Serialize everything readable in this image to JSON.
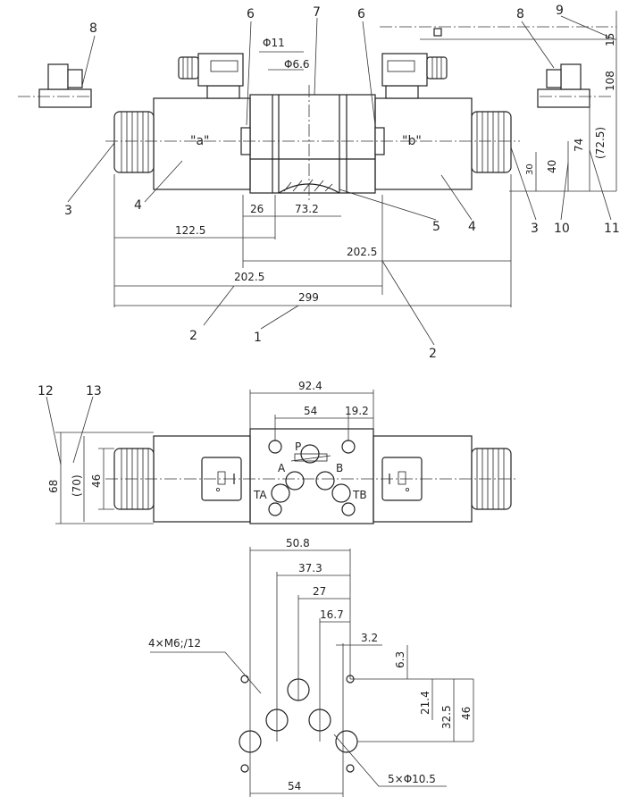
{
  "top_view": {
    "callouts": {
      "c1": "1",
      "c2a": "2",
      "c2b": "2",
      "c3a": "3",
      "c3b": "3",
      "c4a": "4",
      "c4b": "4",
      "c5": "5",
      "c6a": "6",
      "c6b": "6",
      "c7": "7",
      "c8a": "8",
      "c8b": "8",
      "c9": "9",
      "c10": "10",
      "c11": "11"
    },
    "dims": {
      "phi11": "Φ11",
      "phi66": "Φ6.6",
      "d15": "15",
      "d108": "108",
      "d74": "74",
      "d725": "(72.5)",
      "d30": "30",
      "d40": "40",
      "d26": "26",
      "d732": "73.2",
      "d1225": "122.5",
      "d2025a": "202.5",
      "d2025b": "202.5",
      "d299": "299"
    },
    "solenoid_a": "\"a\"",
    "solenoid_b": "\"b\""
  },
  "front_view": {
    "callouts": {
      "c12": "12",
      "c13": "13"
    },
    "dims": {
      "d924": "92.4",
      "d54": "54",
      "d192": "19.2",
      "d68": "68",
      "d70": "(70)",
      "d46": "46"
    },
    "ports": {
      "p": "P",
      "a": "A",
      "b": "B",
      "ta": "TA",
      "tb": "TB"
    }
  },
  "mounting_pattern": {
    "dims": {
      "d508": "50.8",
      "d373": "37.3",
      "d27": "27",
      "d167": "16.7",
      "d32": "3.2",
      "d63": "6.3",
      "d214": "21.4",
      "d325": "32.5",
      "d46": "46",
      "d54": "54"
    },
    "thread_note": "4×M6;/12",
    "hole_note": "5×Φ10.5"
  }
}
